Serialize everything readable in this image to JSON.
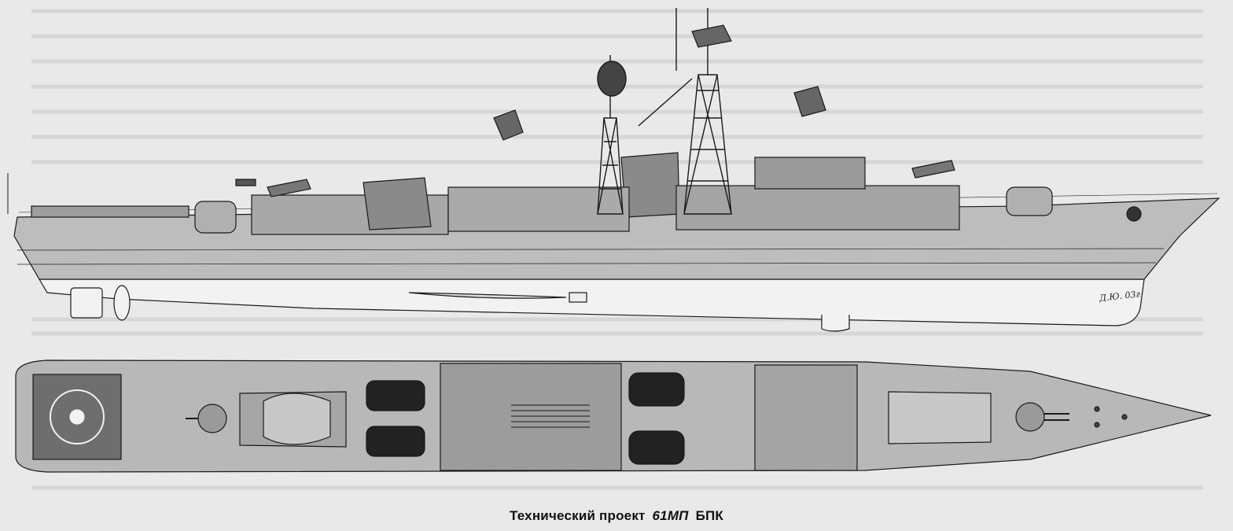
{
  "caption": {
    "prefix": "Технический проект",
    "model": "61МП",
    "suffix": "БПК"
  },
  "signature": "Д.Ю. 03г",
  "colors": {
    "paper": "#e9e9e9",
    "hull": "#bdbdbd",
    "hull_dark": "#8c8c8c",
    "deck_dark": "#555555",
    "helipad": "#6e6e6e",
    "ink": "#1a1a1a"
  },
  "illustrations": [
    "side-profile-view",
    "top-plan-view"
  ]
}
